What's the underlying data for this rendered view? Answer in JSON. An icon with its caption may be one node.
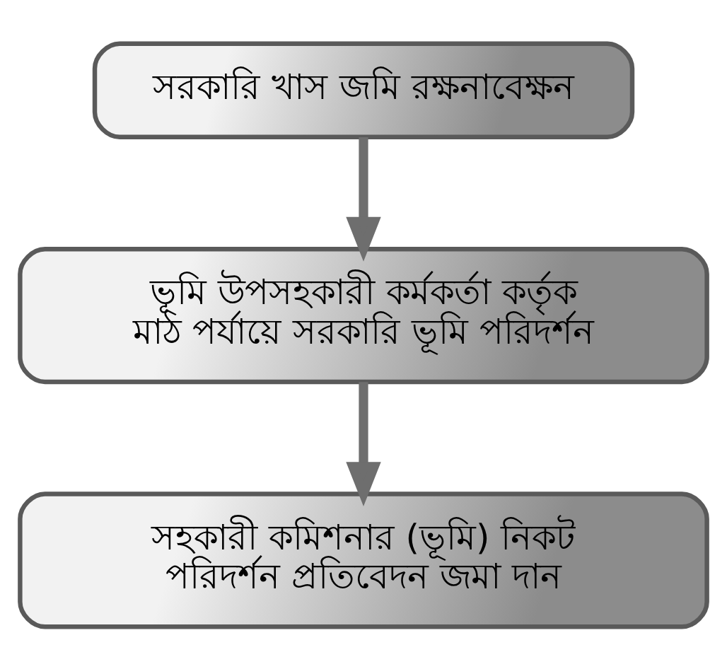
{
  "diagram": {
    "nodes": [
      {
        "text": [
          "সরকারি খাস জমি রক্ষনাবেক্ষন"
        ]
      },
      {
        "text": [
          "ভূমি উপসহকারী কর্মকর্তা কর্তৃক মাঠ পর্যায়ে সরকারি ভূমি পরিদর্শন"
        ]
      },
      {
        "text": [
          "সহকারী কমিশনার (ভূমি) নিকট পরিদর্শন প্রতিবেদন জমা দান"
        ]
      }
    ],
    "edges": [
      {
        "from": 0,
        "to": 1,
        "arrow": "to"
      },
      {
        "from": 1,
        "to": 2,
        "arrow": "to"
      }
    ]
  }
}
